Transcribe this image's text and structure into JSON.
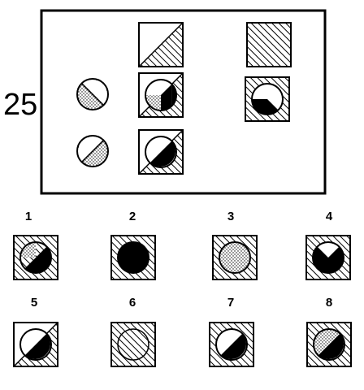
{
  "puzzle": {
    "number": "25",
    "question_cells": [
      {
        "slot": "r1c2",
        "kind": "square",
        "square": "half-hatch-upper-right",
        "circle": "none"
      },
      {
        "slot": "r1c3",
        "kind": "square",
        "square": "full-hatch",
        "circle": "none"
      },
      {
        "slot": "r2c1",
        "kind": "circle-only",
        "square": "none",
        "circle": "white-upper-left-dotted-lower-right"
      },
      {
        "slot": "r2c2",
        "kind": "square",
        "square": "half-hatch-upper-right",
        "circle": "white-top-dotted-left-black-lower-right"
      },
      {
        "slot": "r2c3",
        "kind": "square",
        "square": "full-hatch",
        "circle": "white-top-black-lower-left"
      },
      {
        "slot": "r3c1",
        "kind": "circle-only",
        "square": "none",
        "circle": "white-upper-left-dotted-lower-right"
      },
      {
        "slot": "r3c2",
        "kind": "square",
        "square": "half-hatch-upper-right",
        "circle": "white-upper-left-black-lower-right"
      }
    ]
  },
  "options": [
    {
      "label": "1",
      "square": "full-hatch",
      "circle": "dotted-hatched-upper-left-black-lower-right"
    },
    {
      "label": "2",
      "square": "full-hatch",
      "circle": "black"
    },
    {
      "label": "3",
      "square": "full-hatch",
      "circle": "dotted"
    },
    {
      "label": "4",
      "square": "full-hatch",
      "circle": "black-with-white-top-notch"
    },
    {
      "label": "5",
      "square": "half-hatch-upper-right",
      "circle": "white-upper-left-black-lower-right"
    },
    {
      "label": "6",
      "square": "full-hatch",
      "circle": "hatched-outline"
    },
    {
      "label": "7",
      "square": "full-hatch",
      "circle": "white-upper-left-black-lower-right"
    },
    {
      "label": "8",
      "square": "full-hatch",
      "circle": "dotted-upper-left-black-lower-right"
    }
  ]
}
